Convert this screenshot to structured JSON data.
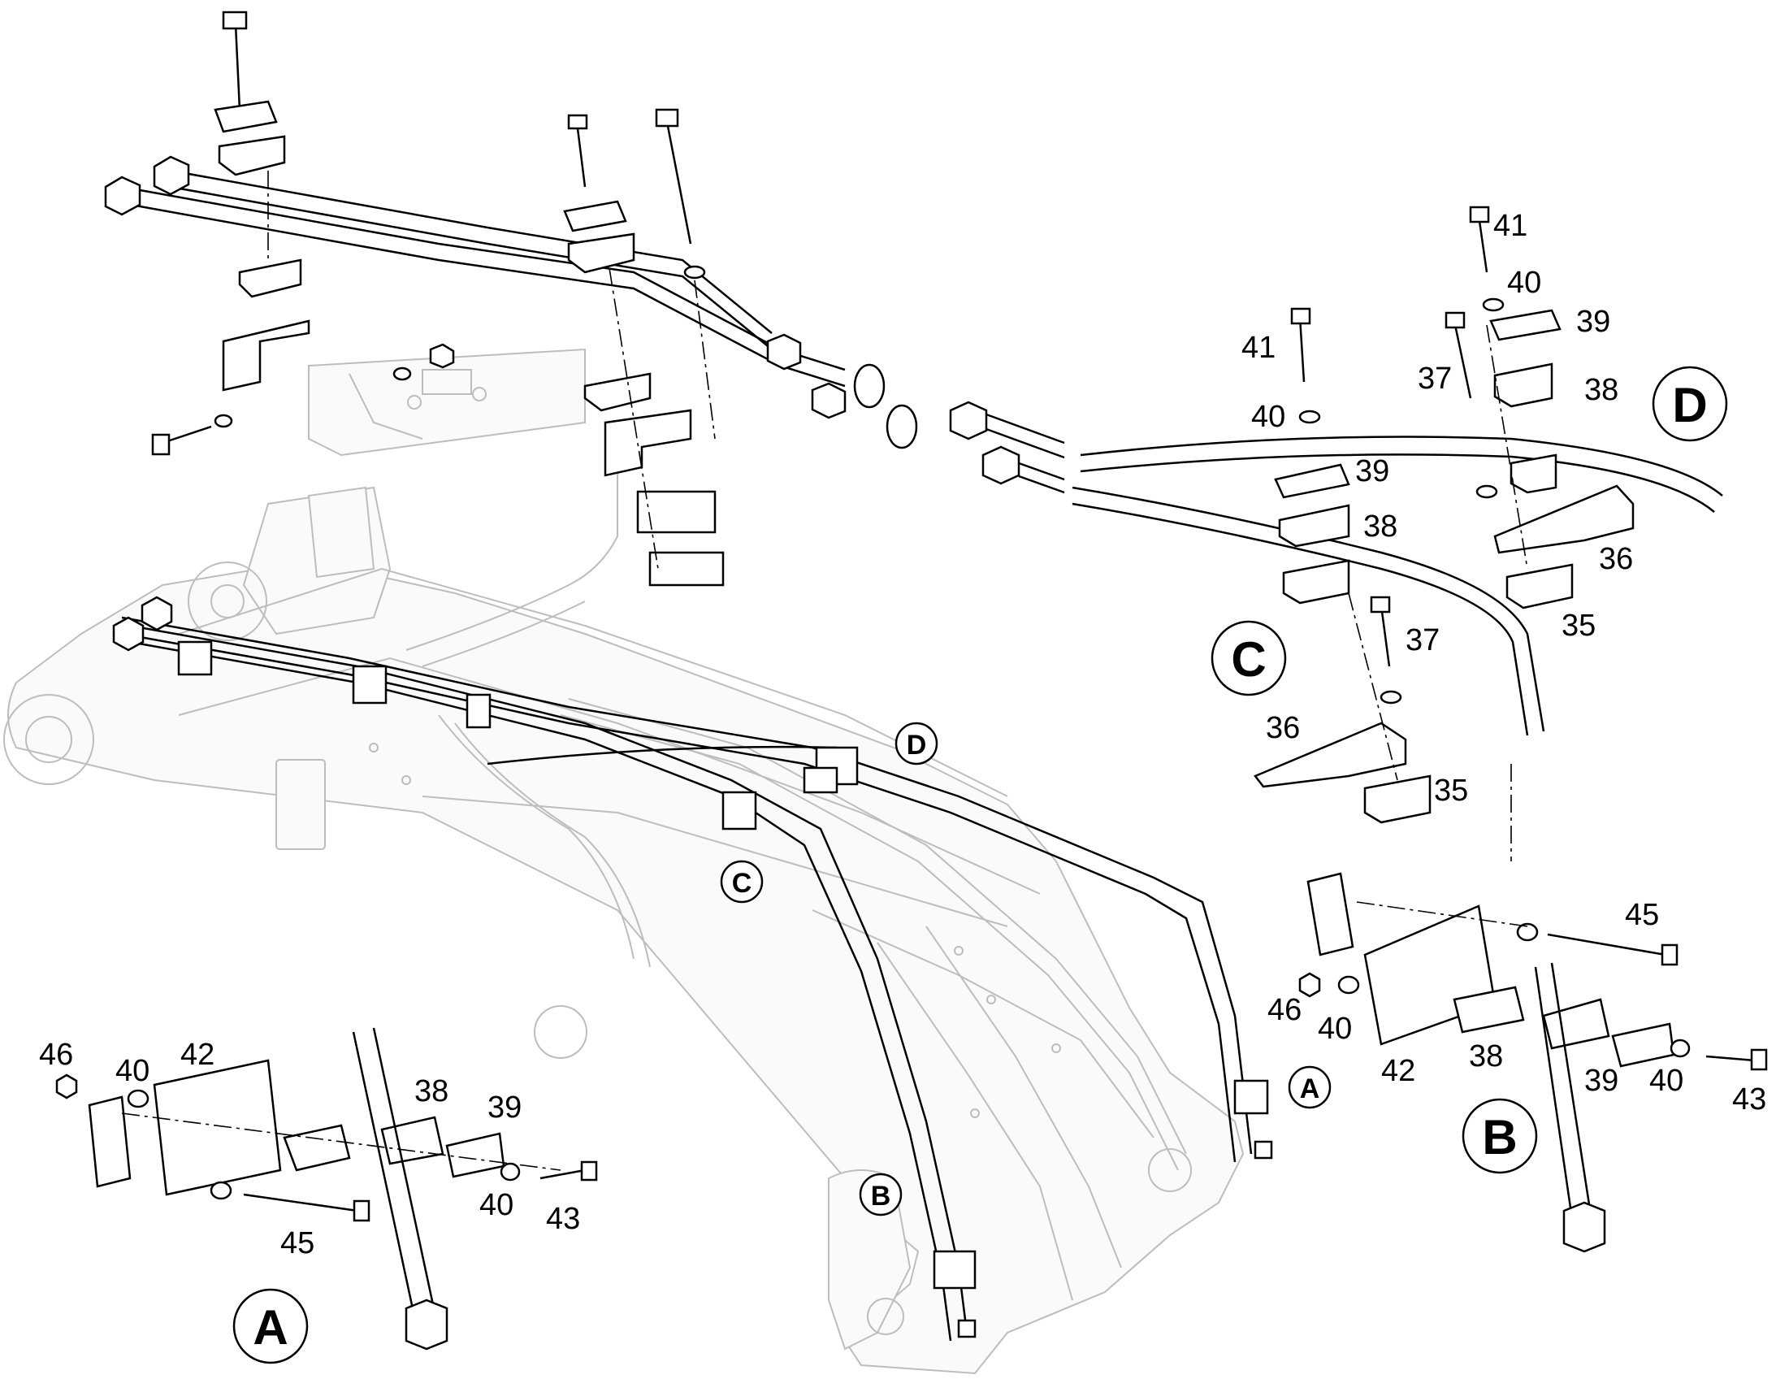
{
  "labels": {
    "l41a": "41",
    "l40a": "40",
    "l39a": "39",
    "l37a": "37",
    "l38a": "38",
    "l41b": "41",
    "l40b": "40",
    "l39b": "39",
    "l38b": "38",
    "l36a": "36",
    "l35a": "35",
    "l37b": "37",
    "l36b": "36",
    "l35b": "35",
    "l45r": "45",
    "l46r": "46",
    "l40r1": "40",
    "l42r": "42",
    "l38r": "38",
    "l39r": "39",
    "l40r2": "40",
    "l43r": "43",
    "l46l": "46",
    "l40l1": "40",
    "l42l": "42",
    "l38l": "38",
    "l39l": "39",
    "l40l2": "40",
    "l43l": "43",
    "l45l": "45"
  },
  "callouts": {
    "A_big": "A",
    "B_big": "B",
    "C_big": "C",
    "D_big": "D",
    "A_small": "A",
    "B_small": "B",
    "C_small": "C",
    "D_small": "D"
  },
  "colors": {
    "ink": "#000000",
    "ghost": "#bdbdbd",
    "background": "#ffffff"
  }
}
